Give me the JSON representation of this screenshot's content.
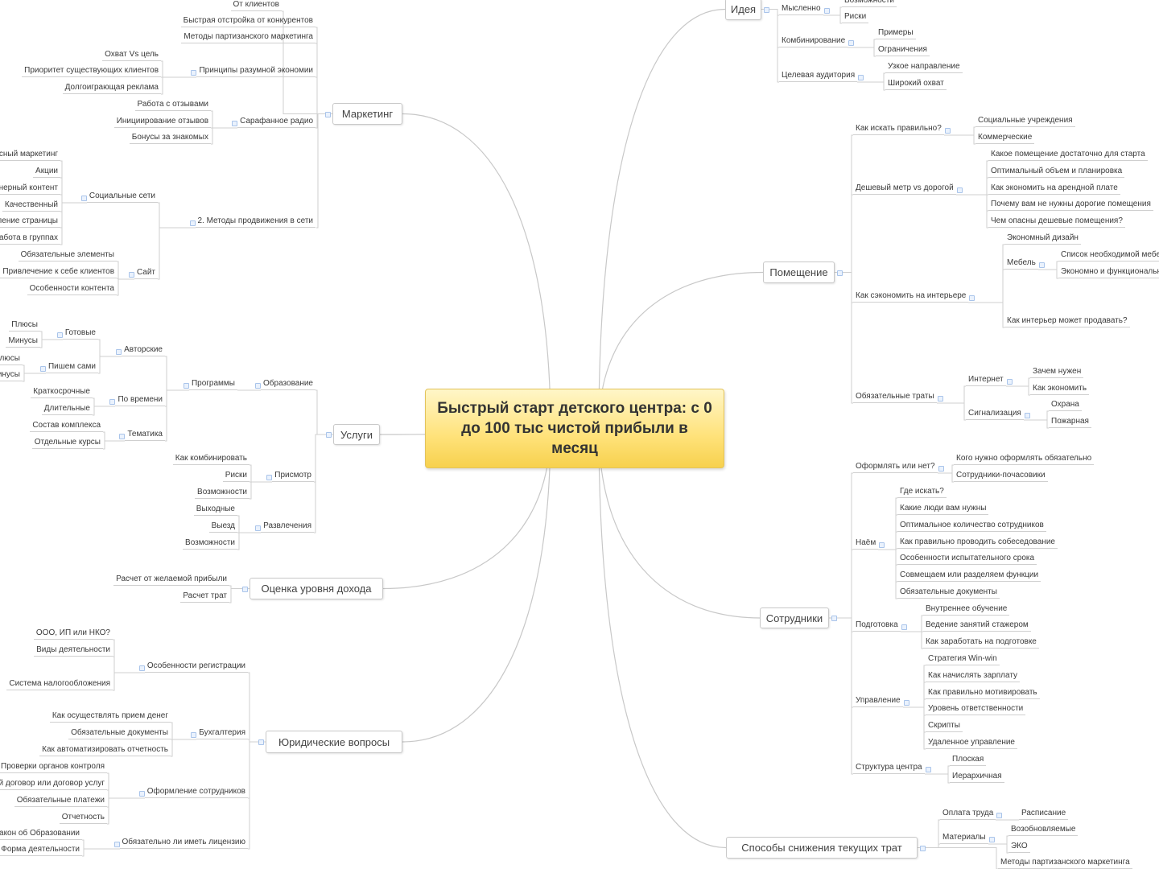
{
  "central": {
    "title": "Быстрый старт детского центра: с 0 до 100 тыс чистой прибыли в месяц"
  },
  "colors": {
    "central_fill": "#ffe27a",
    "central_border": "#e3c35a",
    "line": "#cfcfcf",
    "expander": "#a9c4ea"
  },
  "branches": {
    "marketing": {
      "title": "Маркетинг",
      "nodes": [
        "От клиентов",
        "Быстрая отстройка от конкурентов",
        "Методы партизанского маркетинга",
        "Принципы разумной экономии",
        "Охват Vs цель",
        "Приоритет существующих клиентов",
        "Долгоиграющая реклама",
        "Сарафанное радио",
        "Работа с отзывами",
        "Инициирование отзывов",
        "Бонусы за знакомых",
        "2. Методы продвижения в сети",
        "Социальные сети",
        "Вирусный маркетинг",
        "Акции",
        "Партнерный контент",
        "Качественный",
        "Оформление страницы",
        "Работа в группах",
        "Сайт",
        "Обязательные элементы",
        "Привлечение к себе клиентов",
        "Особенности контента"
      ]
    },
    "services": {
      "title": "Услуги",
      "nodes": [
        "Образование",
        "Программы",
        "Авторские",
        "Готовые",
        "Плюсы",
        "Минусы",
        "Пишем сами",
        "Плюсы",
        "Минусы",
        "По времени",
        "Краткосрочные",
        "Длительные",
        "Тематика",
        "Состав комплекса",
        "Отдельные курсы",
        "Присмотр",
        "Как комбинировать",
        "Риски",
        "Возможности",
        "Развлечения",
        "Выходные",
        "Выезд",
        "Возможности"
      ]
    },
    "income": {
      "title": "Оценка уровня дохода",
      "nodes": [
        "Расчет от желаемой прибыли",
        "Расчет трат"
      ]
    },
    "legal": {
      "title": "Юридические вопросы",
      "nodes": [
        "Особенности регистрации",
        "ООО, ИП или НКО?",
        "Виды деятельности",
        "Система налогообложения",
        "Бухгалтерия",
        "Как осуществлять прием денег",
        "Обязательные документы",
        "Как автоматизировать отчетность",
        "Оформление сотрудников",
        "Проверки органов контроля",
        "Трудовой договор или договор услуг",
        "Обязательные платежи",
        "Отчетность",
        "Обязательно ли иметь лицензию",
        "Закон об Образовании",
        "Форма деятельности"
      ]
    },
    "idea": {
      "title": "Идея",
      "nodes": [
        "Мысленно",
        "Возможности",
        "Риски",
        "Комбинирование",
        "Примеры",
        "Ограничения",
        "Целевая аудитория",
        "Узкое направление",
        "Широкий охват"
      ]
    },
    "premises": {
      "title": "Помещение",
      "nodes": [
        "Как искать правильно?",
        "Социальные учреждения",
        "Коммерческие",
        "Дешевый метр vs дорогой",
        "Какое помещение достаточно для старта",
        "Оптимальный объем и планировка",
        "Как экономить на арендной плате",
        "Почему вам не нужны дорогие помещения",
        "Чем опасны дешевые помещения?",
        "Как сэкономить на интерьере",
        "Экономный дизайн",
        "Мебель",
        "Список необходимой мебели",
        "Экономно и функционально",
        "Как интерьер может продавать?",
        "Обязательные траты",
        "Интернет",
        "Зачем нужен",
        "Как экономить",
        "Сигнализация",
        "Охрана",
        "Пожарная"
      ]
    },
    "staff": {
      "title": "Сотрудники",
      "nodes": [
        "Оформлять или нет?",
        "Кого нужно оформлять обязательно",
        "Сотрудники-почасовики",
        "Наём",
        "Где искать?",
        "Какие люди вам нужны",
        "Оптимальное количество сотрудников",
        "Как правильно проводить собеседование",
        "Особенности испытательного срока",
        "Совмещаем или разделяем функции",
        "Обязательные документы",
        "Подготовка",
        "Внутреннее обучение",
        "Ведение занятий стажером",
        "Как заработать на подготовке",
        "Управление",
        "Стратегия Win-win",
        "Как начислять зарплату",
        "Как правильно мотивировать",
        "Уровень ответственности",
        "Скрипты",
        "Удаленное управление",
        "Структура центра",
        "Плоская",
        "Иерархичная"
      ]
    },
    "costs": {
      "title": "Способы снижения текущих трат",
      "nodes": [
        "Оплата труда",
        "Расписание",
        "Материалы",
        "Возобновляемые",
        "ЭКО",
        "Методы партизанского маркетинга"
      ]
    }
  }
}
